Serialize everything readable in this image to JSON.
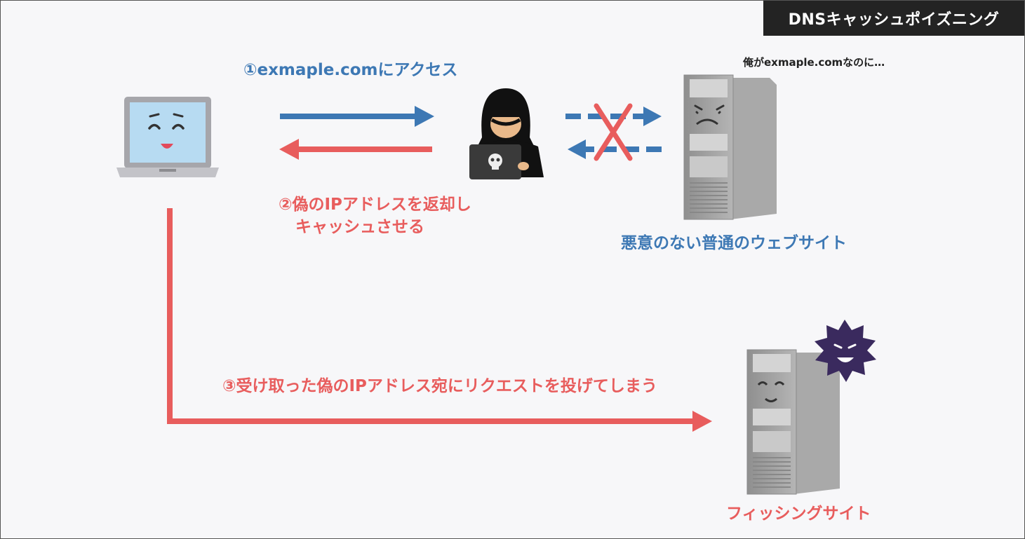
{
  "title": "DNSキャッシュポイズニング",
  "labels": {
    "step1": "①exmaple.comにアクセス",
    "step2_line1": "②偽のIPアドレスを返却し",
    "step2_line2": "キャッシュさせる",
    "step3": "③受け取った偽のIPアドレス宛にリクエストを投げてしまう",
    "server_thought": "俺がexmaple.comなのに…",
    "legit_site": "悪意のない普通のウェブサイト",
    "phishing_site": "フィッシングサイト"
  },
  "colors": {
    "blue": "#3d78b4",
    "red": "#e85d5d",
    "title_bg": "#232323",
    "virus": "#3a2a5e"
  },
  "icons": {
    "client": "laptop-icon",
    "attacker": "hacker-icon",
    "legit_server": "angry-server-icon",
    "phishing_server": "happy-server-icon",
    "virus": "virus-icon",
    "blocked": "cross-mark-icon"
  }
}
